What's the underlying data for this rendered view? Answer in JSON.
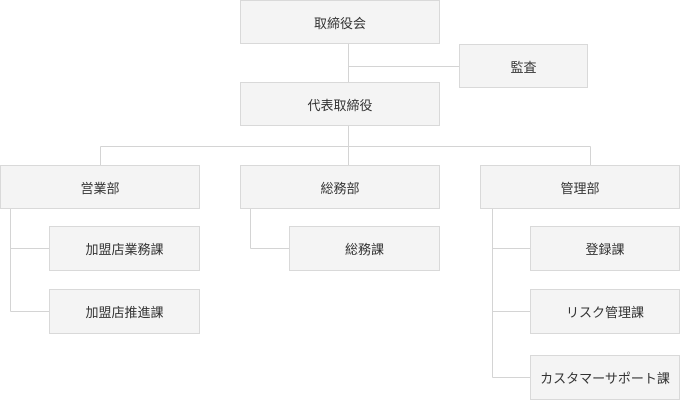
{
  "org_chart": {
    "board": "取締役会",
    "audit": "監査",
    "ceo": "代表取締役",
    "departments": [
      {
        "name": "営業部",
        "sections": [
          "加盟店業務課",
          "加盟店推進課"
        ]
      },
      {
        "name": "総務部",
        "sections": [
          "総務課"
        ]
      },
      {
        "name": "管理部",
        "sections": [
          "登録課",
          "リスク管理課",
          "カスタマーサポート課"
        ]
      }
    ]
  },
  "colors": {
    "box_fill": "#f4f4f4",
    "box_border": "#d9d9d9",
    "connector": "#d4d4d4",
    "text": "#333333"
  }
}
